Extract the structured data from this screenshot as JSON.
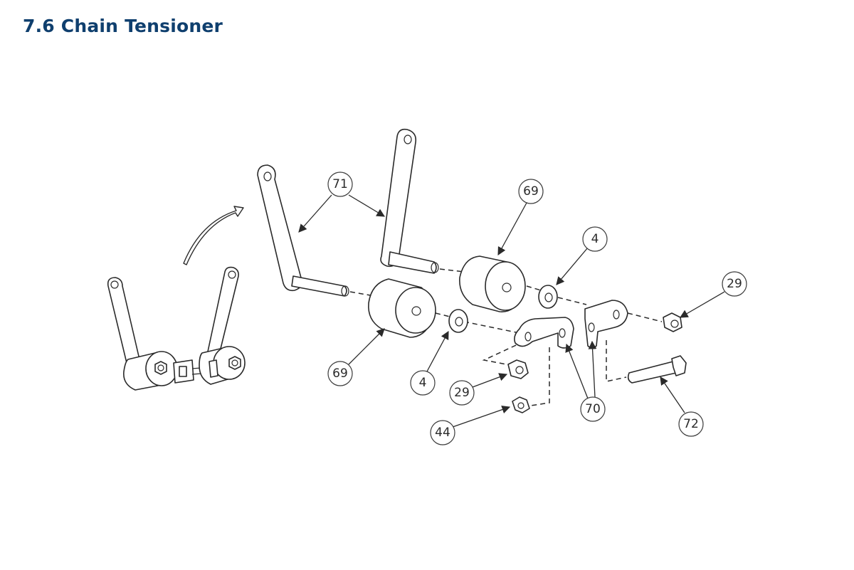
{
  "header": {
    "title": "7.6 Chain Tensioner"
  },
  "callouts": [
    {
      "id": "c71",
      "label": "71"
    },
    {
      "id": "c69a",
      "label": "69"
    },
    {
      "id": "c4a",
      "label": "4"
    },
    {
      "id": "c29a",
      "label": "29"
    },
    {
      "id": "c69b",
      "label": "69"
    },
    {
      "id": "c4b",
      "label": "4"
    },
    {
      "id": "c29b",
      "label": "29"
    },
    {
      "id": "c44",
      "label": "44"
    },
    {
      "id": "c70",
      "label": "70"
    },
    {
      "id": "c72",
      "label": "72"
    }
  ]
}
